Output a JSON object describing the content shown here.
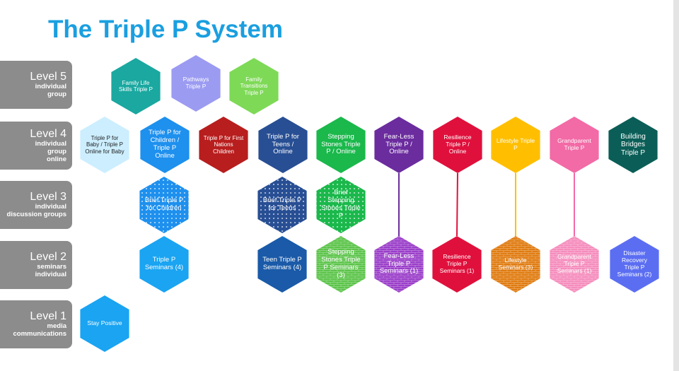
{
  "title": "The Triple P System",
  "levels": [
    {
      "name": "Level 5",
      "desc": [
        "individual",
        "group"
      ]
    },
    {
      "name": "Level 4",
      "desc": [
        "individual",
        "group",
        "online"
      ]
    },
    {
      "name": "Level 3",
      "desc": [
        "individual",
        "discussion groups"
      ]
    },
    {
      "name": "Level 2",
      "desc": [
        "seminars",
        "individual"
      ]
    },
    {
      "name": "Level 1",
      "desc": [
        "media",
        "communications"
      ]
    }
  ],
  "programs": [
    {
      "label": "Family Life Skills Triple P",
      "color": "#1aa8a0",
      "text": "#ffffff",
      "level": "Level 5"
    },
    {
      "label": "Pathways Triple P",
      "color": "#9b9bf2",
      "text": "#ffffff",
      "level": "Level 5"
    },
    {
      "label": "Family Transitions Triple P",
      "color": "#7ed957",
      "text": "#ffffff",
      "level": "Level 5"
    },
    {
      "label": "Triple P for Baby / Triple P Online for Baby",
      "color": "#cceeff",
      "text": "#222222",
      "level": "Level 4"
    },
    {
      "label": "Triple P for Children / Triple P Online",
      "color": "#1e90ee",
      "text": "#ffffff",
      "level": "Level 4"
    },
    {
      "label": "Triple P for First Nations Children",
      "color": "#b81e1e",
      "text": "#ffffff",
      "level": "Level 4"
    },
    {
      "label": "Triple P for Teens / Online",
      "color": "#284f94",
      "text": "#ffffff",
      "level": "Level 4"
    },
    {
      "label": "Stepping Stones Triple P / Online",
      "color": "#1bb84c",
      "text": "#ffffff",
      "level": "Level 4"
    },
    {
      "label": "Fear-Less Triple P / Online",
      "color": "#6b2c9e",
      "text": "#ffffff",
      "level": "Level 4"
    },
    {
      "label": "Resilience Triple P / Online",
      "color": "#e0103c",
      "text": "#ffffff",
      "level": "Level 4"
    },
    {
      "label": "Lifestyle Triple P",
      "color": "#ffbf00",
      "text": "#ffffff",
      "level": "Level 4"
    },
    {
      "label": "Grandparent Triple P",
      "color": "#f26aa6",
      "text": "#ffffff",
      "level": "Level 4"
    },
    {
      "label": "Building Bridges Triple P",
      "color": "#0b5e57",
      "text": "#ffffff",
      "level": "Level 4"
    },
    {
      "label": "Brief Triple P for Children",
      "color": "#1e90ee",
      "text": "#ffffff",
      "level": "Level 3"
    },
    {
      "label": "Brief Triple P for Teens",
      "color": "#284f94",
      "text": "#ffffff",
      "level": "Level 3"
    },
    {
      "label": "Brief Stepping Stones Triple P",
      "color": "#1bb84c",
      "text": "#ffffff",
      "level": "Level 3"
    },
    {
      "label": "Triple P Seminars (4)",
      "color": "#1aa4f2",
      "text": "#ffffff",
      "level": "Level 2"
    },
    {
      "label": "Teen Triple P Seminars (4)",
      "color": "#1a5aa8",
      "text": "#ffffff",
      "level": "Level 2"
    },
    {
      "label": "Stepping Stones Triple P Seminars (3)",
      "color": "#5cc44a",
      "text": "#ffffff",
      "level": "Level 2"
    },
    {
      "label": "Fear-Less Triple P Seminars (1)",
      "color": "#9a3ec9",
      "text": "#ffffff",
      "level": "Level 2"
    },
    {
      "label": "Resilience Triple P Seminars (1)",
      "color": "#e0103c",
      "text": "#ffffff",
      "level": "Level 2"
    },
    {
      "label": "Lifestyle Seminars (3)",
      "color": "#e07b10",
      "text": "#ffffff",
      "level": "Level 2"
    },
    {
      "label": "Grandparent Triple P Seminars (1)",
      "color": "#f58cbc",
      "text": "#ffffff",
      "level": "Level 2"
    },
    {
      "label": "Disaster Recovery Triple P Seminars (2)",
      "color": "#5b6ef2",
      "text": "#ffffff",
      "level": "Level 2"
    },
    {
      "label": "Stay Positive",
      "color": "#1aa4f2",
      "text": "#ffffff",
      "level": "Level 1"
    }
  ]
}
